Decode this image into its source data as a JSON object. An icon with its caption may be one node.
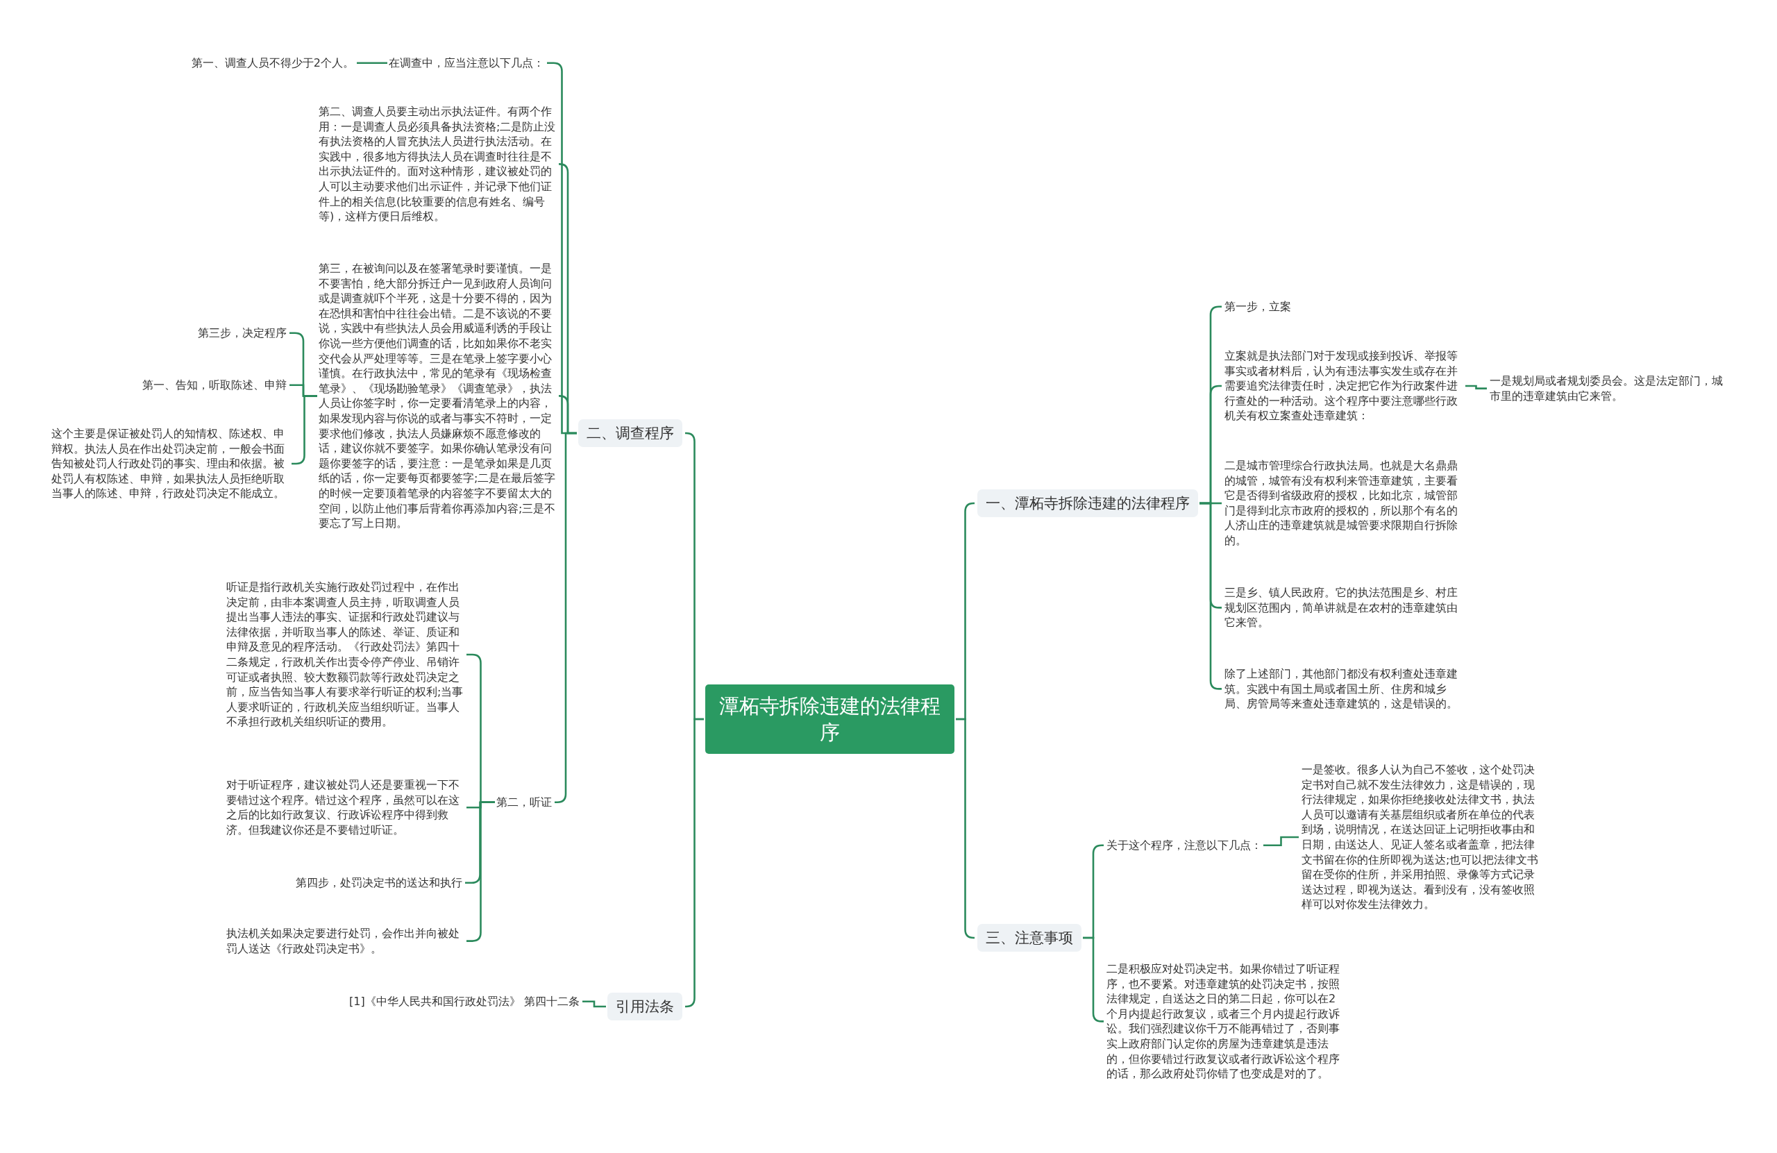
{
  "diagram": {
    "nodes": [
      {
        "text": [
          "潭柘寺拆除违建的法律程序"
        ]
      },
      {
        "text": [
          "一、潭柘寺拆除违建的法律程序"
        ]
      },
      {
        "text": [
          "第一步，立案"
        ]
      },
      {
        "text": [
          "立案就是执法部门对于发现或接到投诉、举报等事实或者材料后，认为有违法事实发生或存在并需要追究法律责任时，决定把它作为行政案件进行查处的一种活动。这个程序中要注意哪些行政机关有权立案查处违章建筑："
        ]
      },
      {
        "text": [
          "一是规划局或者规划委员会。这是法定部门，城市里的违章建筑由它来管。"
        ]
      },
      {
        "text": [
          "二是城市管理综合行政执法局。也就是大名鼎鼎的城管，城管有没有权利来管违章建筑，主要看它是否得到省级政府的授权，比如北京，城管部门是得到北京市政府的授权的，所以那个有名的人济山庄的违章建筑就是城管要求限期自行拆除的。"
        ]
      },
      {
        "text": [
          "三是乡、镇人民政府。它的执法范围是乡、村庄规划区范围内，简单讲就是在农村的违章建筑由它来管。"
        ]
      },
      {
        "text": [
          "除了上述部门，其他部门都没有权利查处违章建筑。实践中有国土局或者国土所、住房和城乡局、房管局等来查处违章建筑的，这是错误的。"
        ]
      },
      {
        "text": [
          "三、注意事项"
        ]
      },
      {
        "text": [
          "关于这个程序，注意以下几点："
        ]
      },
      {
        "text": [
          "一是签收。很多人认为自己不签收，这个处罚决定书对自己就不发生法律效力，这是错误的，现行法律规定，如果你拒绝接收处法律文书，执法人员可以邀请有关基层组织或者所在单位的代表到场，说明情况，在送达回证上记明拒收事由和日期，由送达人、见证人签名或者盖章，把法律文书留在你的住所即视为送达;也可以把法律文书留在受你的住所，并采用拍照、录像等方式记录送达过程，即视为送达。看到没有，没有签收照样可以对你发生法律效力。"
        ]
      },
      {
        "text": [
          "二是积极应对处罚决定书。如果你错过了听证程序，也不要紧。对违章建筑的处罚决定书，按照法律规定，自送达之日的第二日起，你可以在2个月内提起行政复议，或者三个月内提起行政诉讼。我们强烈建议你千万不能再错过了，否则事实上政府部门认定你的房屋为违章建筑是违法的，但你要错过行政复议或者行政诉讼这个程序的话，那么政府处罚你错了也变成是对的了。"
        ]
      },
      {
        "text": [
          "二、调查程序"
        ]
      },
      {
        "text": [
          "在调查中，应当注意以下几点："
        ]
      },
      {
        "text": [
          "第一、调查人员不得少于2个人。"
        ]
      },
      {
        "text": [
          "第二、调查人员要主动出示执法证件。有两个作用：一是调查人员必须具备执法资格;二是防止没有执法资格的人冒充执法人员进行执法活动。在实践中，很多地方得执法人员在调查时往往是不出示执法证件的。面对这种情形，建议被处罚的人可以主动要求他们出示证件，并记录下他们证件上的相关信息(比较重要的信息有姓名、编号等)，这样方便日后维权。"
        ]
      },
      {
        "text": [
          "第三，在被询问以及在签署笔录时要谨慎。一是不要害怕，绝大部分拆迁户一见到政府人员询问或是调查就吓个半死，这是十分要不得的，因为在恐惧和害怕中往往会出错。二是不该说的不要说，实践中有些执法人员会用威逼利诱的手段让你说一些方便他们调查的话，比如如果你不老实交代会从严处理等等。三是在笔录上签字要小心谨慎。在行政执法中，常见的笔录有《现场检查笔录》、《现场勘验笔录》《调查笔录》，执法人员让你签字时，你一定要看清笔录上的内容，如果发现内容与你说的或者与事实不符时，一定要求他们修改，执法人员嫌麻烦不愿意修改的话，建议你就不要签字。如果你确认笔录没有问题你要签字的话，要注意：一是笔录如果是几页纸的话，你一定要每页都要签字;二是在最后签字的时候一定要顶着笔录的内容签字不要留太大的空间，以防止他们事后背着你再添加内容;三是不要忘了写上日期。"
        ]
      },
      {
        "text": [
          "第三步，决定程序"
        ]
      },
      {
        "text": [
          "第一、告知，听取陈述、申辩"
        ]
      },
      {
        "text": [
          "这个主要是保证被处罚人的知情权、陈述权、申辩权。执法人员在作出处罚决定前，一般会书面告知被处罚人行政处罚的事实、理由和依据。被处罚人有权陈述、申辩，如果执法人员拒绝听取当事人的陈述、申辩，行政处罚决定不能成立。"
        ]
      },
      {
        "text": [
          "第二，听证"
        ]
      },
      {
        "text": [
          "听证是指行政机关实施行政处罚过程中，在作出决定前，由非本案调查人员主持，听取调查人员提出当事人违法的事实、证据和行政处罚建议与法律依据，并听取当事人的陈述、举证、质证和申辩及意见的程序活动。《行政处罚法》第四十二条规定，行政机关作出责令停产停业、吊销许可证或者执照、较大数额罚款等行政处罚决定之前，应当告知当事人有要求举行听证的权利;当事人要求听证的，行政机关应当组织听证。当事人不承担行政机关组织听证的费用。"
        ]
      },
      {
        "text": [
          "对于听证程序，建议被处罚人还是要重视一下不要错过这个程序。错过这个程序，虽然可以在这之后的比如行政复议、行政诉讼程序中得到救济。但我建议你还是不要错过听证。"
        ]
      },
      {
        "text": [
          "第四步，处罚决定书的送达和执行"
        ]
      },
      {
        "text": [
          "执法机关如果决定要进行处罚，会作出并向被处罚人送达《行政处罚决定书》。"
        ]
      },
      {
        "text": [
          "引用法条"
        ]
      },
      {
        "text": [
          "[1]《中华人民共和国行政处罚法》 第四十二条"
        ]
      }
    ],
    "edges": [
      {
        "from": 0,
        "to": 1,
        "arrow": "none"
      },
      {
        "from": 1,
        "to": 2,
        "arrow": "none"
      },
      {
        "from": 1,
        "to": 3,
        "arrow": "none"
      },
      {
        "from": 3,
        "to": 4,
        "arrow": "none"
      },
      {
        "from": 1,
        "to": 5,
        "arrow": "none"
      },
      {
        "from": 1,
        "to": 6,
        "arrow": "none"
      },
      {
        "from": 1,
        "to": 7,
        "arrow": "none"
      },
      {
        "from": 0,
        "to": 8,
        "arrow": "none"
      },
      {
        "from": 8,
        "to": 9,
        "arrow": "none"
      },
      {
        "from": 9,
        "to": 10,
        "arrow": "none"
      },
      {
        "from": 8,
        "to": 11,
        "arrow": "none"
      },
      {
        "from": 0,
        "to": 12,
        "arrow": "none"
      },
      {
        "from": 12,
        "to": 13,
        "arrow": "none"
      },
      {
        "from": 13,
        "to": 14,
        "arrow": "none"
      },
      {
        "from": 12,
        "to": 15,
        "arrow": "none"
      },
      {
        "from": 12,
        "to": 16,
        "arrow": "none"
      },
      {
        "from": 16,
        "to": 17,
        "arrow": "none"
      },
      {
        "from": 16,
        "to": 18,
        "arrow": "none"
      },
      {
        "from": 16,
        "to": 19,
        "arrow": "none"
      },
      {
        "from": 12,
        "to": 20,
        "arrow": "none"
      },
      {
        "from": 20,
        "to": 21,
        "arrow": "none"
      },
      {
        "from": 20,
        "to": 22,
        "arrow": "none"
      },
      {
        "from": 20,
        "to": 23,
        "arrow": "none"
      },
      {
        "from": 20,
        "to": 24,
        "arrow": "none"
      },
      {
        "from": 0,
        "to": 25,
        "arrow": "none"
      },
      {
        "from": 25,
        "to": 26,
        "arrow": "none"
      }
    ]
  }
}
